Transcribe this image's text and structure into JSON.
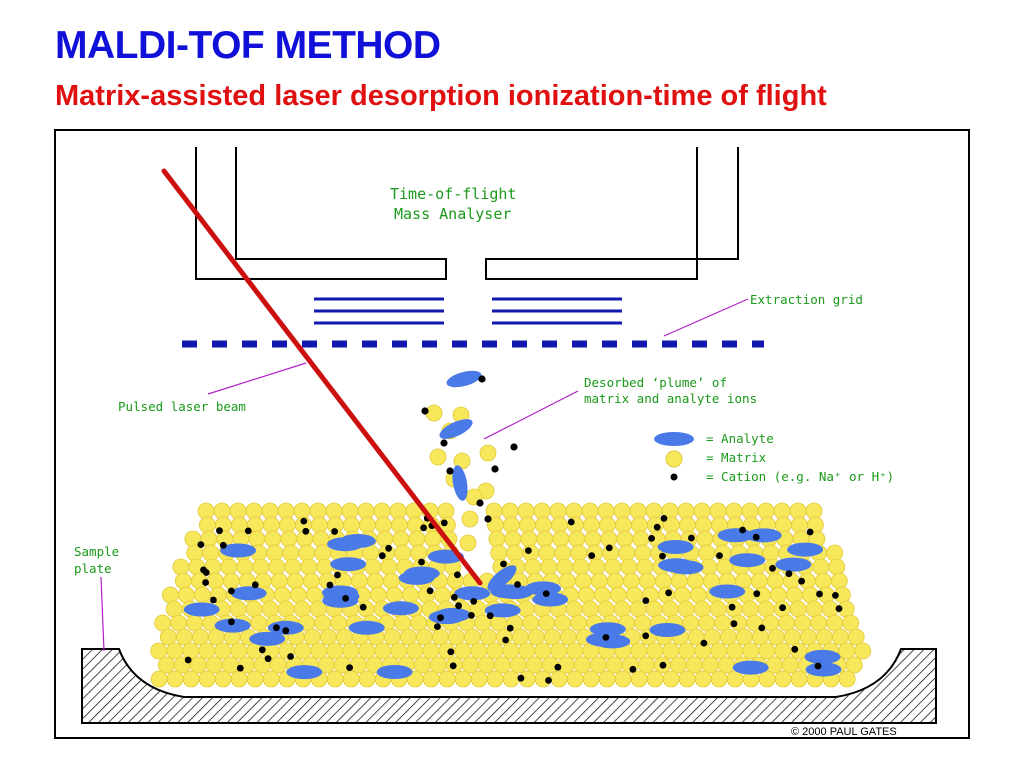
{
  "slide": {
    "title": "MALDI-TOF METHOD",
    "subtitle": "Matrix-assisted laser desorption ionization-time of flight"
  },
  "diagram": {
    "analyser_line1": "Time-of-flight",
    "analyser_line2": "Mass Analyser",
    "extraction_grid": "Extraction grid",
    "laser": "Pulsed laser beam",
    "plume_line1": "Desorbed ‘plume’ of",
    "plume_line2": "matrix and analyte ions",
    "sample_plate_line1": "Sample",
    "sample_plate_line2": "plate",
    "legend_analyte": "= Analyte",
    "legend_matrix": "= Matrix",
    "legend_cation": "= Cation (e.g. Na⁺ or H⁺)",
    "copyright": "© 2000 PAUL GATES"
  },
  "colors": {
    "title": "#1010d8",
    "subtitle": "#e01010",
    "label_green": "#1a9a1a",
    "pointer": "#b020c8",
    "laser": "#cc1010",
    "grid_blue": "#1018b0",
    "matrix": "#f7e75a",
    "matrix_edge": "#e2c93a",
    "analyte": "#4a7ae8",
    "cation": "#000000"
  }
}
